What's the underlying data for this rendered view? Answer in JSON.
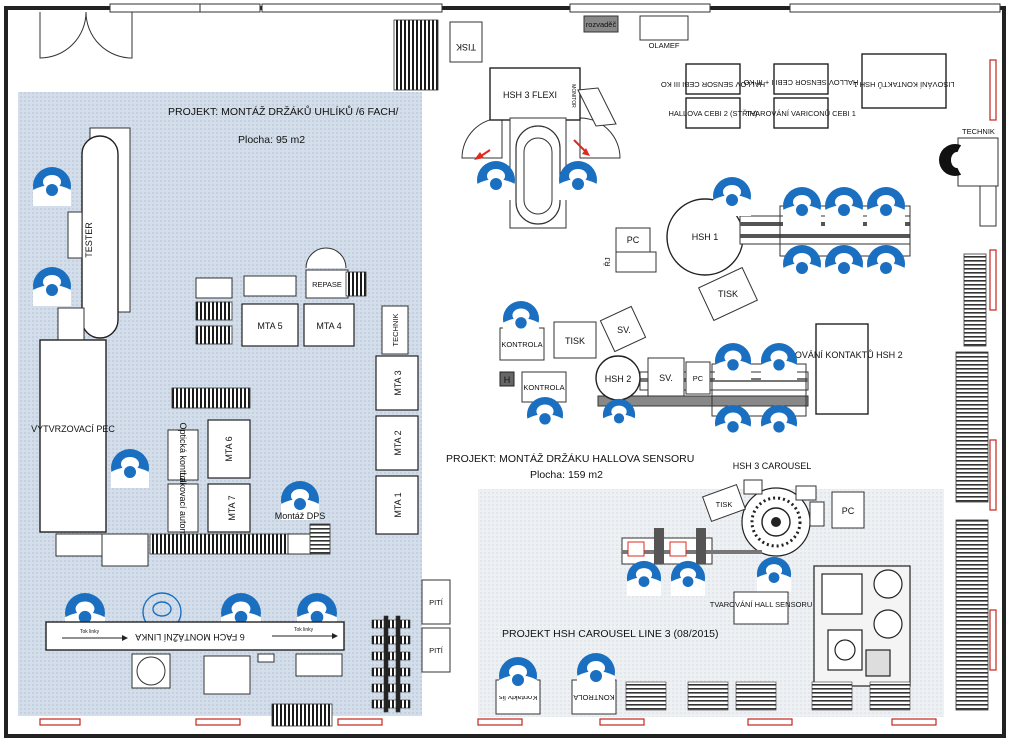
{
  "colors": {
    "wall": "#222222",
    "zone_fill": "#d6e1ec",
    "operator_blue": "#1a6fc0",
    "arrow_red": "#e0281e",
    "window_red": "#c4241b",
    "equipment_fill": "#ffffff",
    "conveyor_fill": "#1a1a1a"
  },
  "projects": {
    "p1_title": "PROJEKT: MONTÁŽ DRŽÁKŮ UHLÍKŮ /6 FACH/",
    "p1_area": "Plocha: 95 m2",
    "p2_title": "PROJEKT: MONTÁŽ DRŽÁKU HALLOVA SENSORU",
    "p2_area": "Plocha: 159 m2",
    "p3_title": "PROJEKT HSH CAROUSEL LINE 3 (08/2015)"
  },
  "labels": {
    "rozvadec": "rozvaděč",
    "olamef": "OLAMEF",
    "tisk_top": "TISK",
    "hsh3_flexi": "HSH 3 FLEXI",
    "monitor": "MONITOR",
    "hallova_sensor_cebi3": "HALLOV SENSOR CEBI III KO",
    "hallova_cebi2": "HALLOVA CEBI 2 (STŘIH)",
    "hallov_sensor_cebi12": "HALLOV SENSOR CEBI I + III KO",
    "tvarovani_cebi1": "TVAROVÁNÍ VARICONŮ CEBI 1",
    "lisovani_hsh1": "LISOVÁNÍ KONTAKTŮ HSH 1",
    "technik_right": "TECHNIK",
    "pc_1": "PC",
    "rj": "ŘJ",
    "hsh1": "HSH 1",
    "tisk_2": "TISK",
    "kontrola_1": "KONTROLA",
    "tisk_3": "TISK",
    "sv_1": "SV.",
    "lisovani_hsh2": "LISOVÁNÍ KONTAKTŮ HSH 2",
    "h_box": "H",
    "kontrola_2": "KONTROLA",
    "hsh2": "HSH 2",
    "sv_2": "SV.",
    "pc_2": "PC",
    "hsh3_carousel": "HSH 3 CAROUSEL",
    "tisk_4": "TISK",
    "pc_3": "PC",
    "tvarovani_hall": "TVAROVÁNÍ HALL SENSORU",
    "kontakty": "Kontakty lis",
    "kontrola_3": "KONTROLA",
    "tester": "TESTER",
    "repase": "REPASE",
    "mta5": "MTA 5",
    "mta4": "MTA 4",
    "technik_left": "TECHNIK",
    "mta3": "MTA 3",
    "mta2": "MTA 2",
    "mta1": "MTA 1",
    "mta6": "MTA 6",
    "mta7": "MTA 7",
    "opticka": "Optická kontrola",
    "lakovaci": "Lakovací automat",
    "montaz_dps": "Montáž DPS",
    "vytvrzovaci": "VYTVRZOVACÍ PEC",
    "montazni_linka": "6 FACH MONTÁŽNÍ LINKA",
    "tok_left": "Tok linky",
    "tok_right": "Tok linky",
    "piti_1": "PITÍ",
    "piti_2": "PITÍ"
  }
}
